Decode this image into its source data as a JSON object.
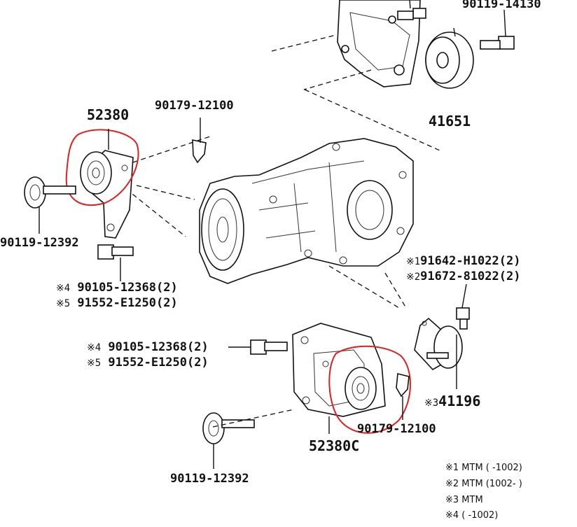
{
  "labels": {
    "p41651": "41651",
    "p90119_14130": "90119-14130",
    "p52380": "52380",
    "p90179_top": "90179-12100",
    "p90119_left": "90119-12392",
    "note4_a": "90105-12368(2)",
    "note5_a": "91552-E1250(2)",
    "note1": "91642-H1022(2)",
    "note2": "91672-81022(2)",
    "note4_b": "90105-12368(2)",
    "note5_b": "91552-E1250(2)",
    "p41196": "41196",
    "p90179_bottom": "90179-12100",
    "p52380c": "52380C",
    "p90119_bottom": "90119-12392"
  },
  "marks": {
    "m1": "※1",
    "m2": "※2",
    "m3": "※3",
    "m4": "※4",
    "m5": "※5"
  },
  "footnotes": [
    "※1 MTM (   -1002)",
    "※2 MTM (1002-   )",
    "※3 MTM",
    "※4 (   -1002)"
  ],
  "colors": {
    "line": "#111111",
    "highlight": "#e02020"
  }
}
